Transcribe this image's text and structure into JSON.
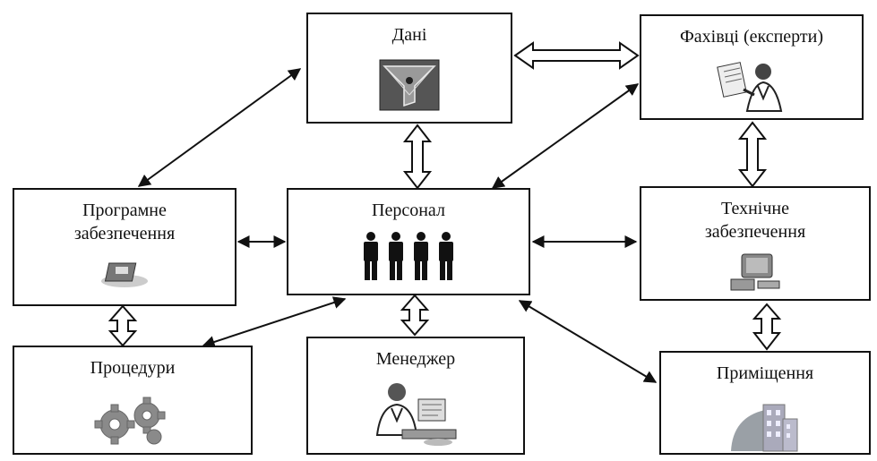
{
  "nodes": {
    "dani": {
      "label": "Дані",
      "icon": "funnel-icon"
    },
    "fakhivtsi": {
      "label": "Фахівці (експерти)",
      "icon": "expert-reading-icon"
    },
    "prohramne": {
      "label": "Програмне\nзабезпечення",
      "icon": "software-disk-icon"
    },
    "personal": {
      "label": "Персонал",
      "icon": "people-group-icon"
    },
    "tekhnichne": {
      "label": "Технічне\nзабезпечення",
      "icon": "computer-icon"
    },
    "protsedury": {
      "label": "Процедури",
      "icon": "gears-icon"
    },
    "menedzher": {
      "label": "Менеджер",
      "icon": "manager-at-desk-icon"
    },
    "prymishchennia": {
      "label": "Приміщення",
      "icon": "building-icon"
    }
  },
  "connections": [
    {
      "from": "Дані",
      "to": "Фахівці (експерти)",
      "style": "double-arrow"
    },
    {
      "from": "Дані",
      "to": "Програмне забезпечення",
      "style": "arrow"
    },
    {
      "from": "Дані",
      "to": "Персонал",
      "style": "double-arrow"
    },
    {
      "from": "Фахівці (експерти)",
      "to": "Персонал",
      "style": "arrow"
    },
    {
      "from": "Фахівці (експерти)",
      "to": "Технічне забезпечення",
      "style": "double-arrow"
    },
    {
      "from": "Програмне забезпечення",
      "to": "Персонал",
      "style": "arrow"
    },
    {
      "from": "Персонал",
      "to": "Технічне забезпечення",
      "style": "arrow"
    },
    {
      "from": "Програмне забезпечення",
      "to": "Процедури",
      "style": "double-arrow"
    },
    {
      "from": "Персонал",
      "to": "Процедури",
      "style": "arrow"
    },
    {
      "from": "Персонал",
      "to": "Менеджер",
      "style": "double-arrow"
    },
    {
      "from": "Персонал",
      "to": "Приміщення",
      "style": "arrow"
    },
    {
      "from": "Технічне забезпечення",
      "to": "Приміщення",
      "style": "double-arrow"
    }
  ]
}
